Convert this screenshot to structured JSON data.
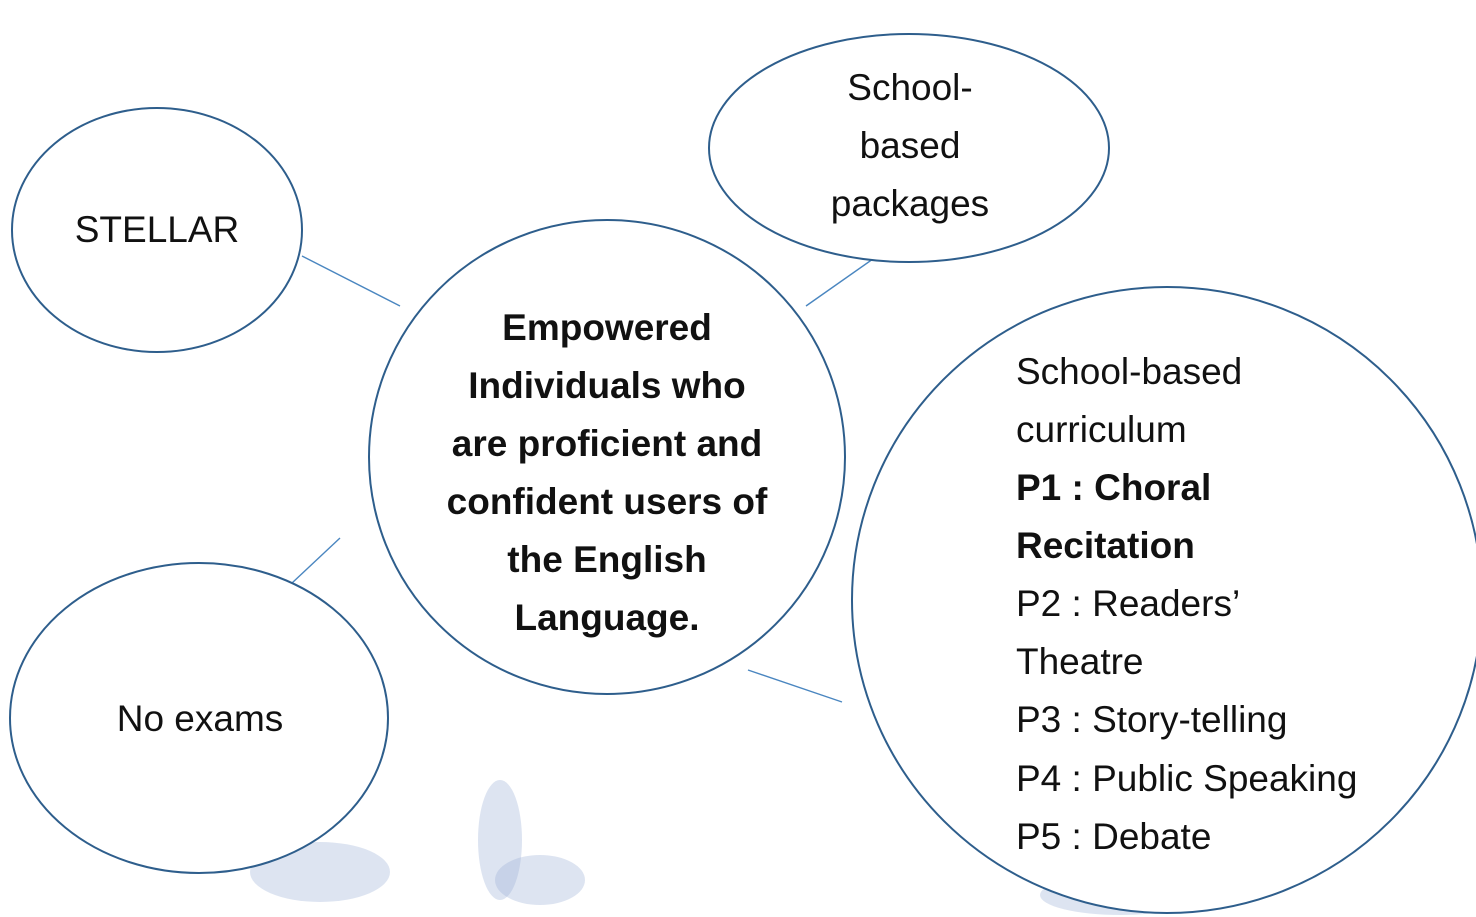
{
  "diagram": {
    "center": {
      "lines": [
        "Empowered",
        "Individuals who",
        "are proficient and",
        "confident users of",
        "the English",
        "Language."
      ]
    },
    "stellar": {
      "label": "STELLAR"
    },
    "packages": {
      "lines": [
        "School-",
        "based",
        "packages"
      ]
    },
    "exams": {
      "label": "No exams"
    },
    "curriculum": {
      "heading": [
        "School-based",
        "curriculum"
      ],
      "items": [
        [
          "P1 : Choral",
          "Recitation"
        ],
        [
          "P2 : Readers’",
          "Theatre"
        ],
        [
          "P3 : Story-telling"
        ],
        [
          "P4 : Public Speaking"
        ],
        [
          "P5 : Debate"
        ]
      ]
    },
    "colors": {
      "outline": "#2e5e8c",
      "connector": "#4a86c0"
    }
  }
}
